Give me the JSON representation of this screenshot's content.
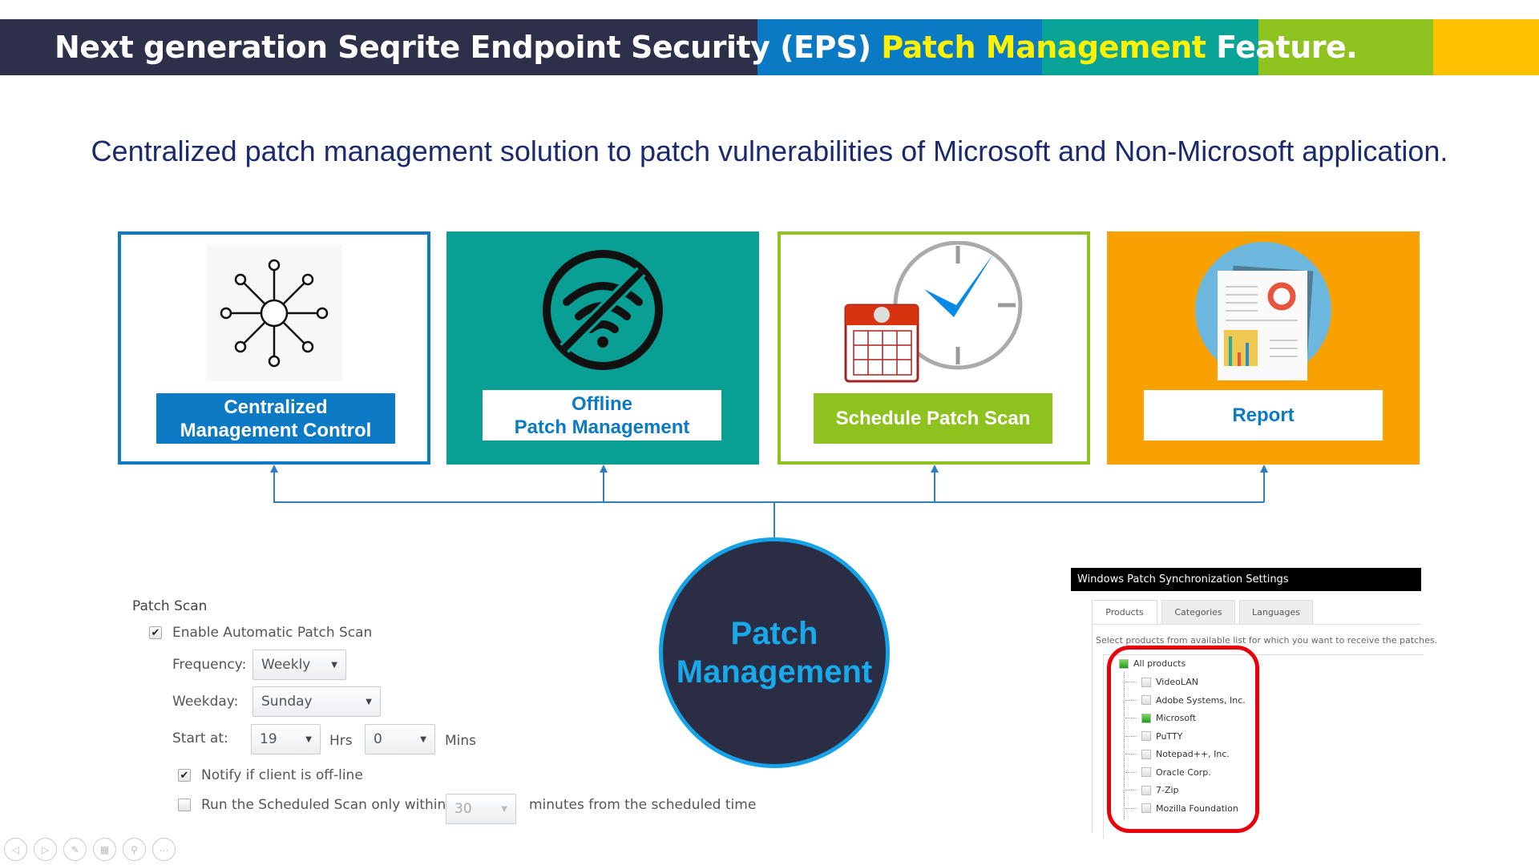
{
  "header": {
    "title_prefix": "Next generation Seqrite Endpoint Security (EPS) ",
    "title_highlight": "Patch Management",
    "title_suffix": " Feature.",
    "colors": [
      "#2e2f48",
      "#0b7ac4",
      "#0aa398",
      "#8dc21f",
      "#ffc000"
    ]
  },
  "subtitle": "Centralized patch management solution to patch vulnerabilities of Microsoft and Non-Microsoft application.",
  "features": [
    {
      "line1": "Centralized",
      "line2": "Management Control",
      "icon": "network-hub-icon"
    },
    {
      "line1": "Offline",
      "line2": "Patch Management",
      "icon": "no-wifi-icon"
    },
    {
      "line1": "Schedule Patch Scan",
      "line2": "",
      "icon": "calendar-clock-icon"
    },
    {
      "line1": "Report",
      "line2": "",
      "icon": "report-document-icon"
    }
  ],
  "hub": {
    "line1": "Patch",
    "line2": "Management"
  },
  "patch_scan": {
    "title": "Patch Scan",
    "enable_label": "Enable Automatic Patch Scan",
    "enable_checked": true,
    "frequency_label": "Frequency:",
    "frequency_value": "Weekly",
    "weekday_label": "Weekday:",
    "weekday_value": "Sunday",
    "start_label": "Start at:",
    "hours_value": "19",
    "hours_unit": "Hrs",
    "mins_value": "0",
    "mins_unit": "Mins",
    "notify_label": "Notify if client is off-line",
    "notify_checked": true,
    "run_within_label": "Run the Scheduled Scan only within",
    "run_within_checked": false,
    "run_within_value": "30",
    "run_within_suffix": "minutes from the scheduled time"
  },
  "sync": {
    "title": "Windows Patch Synchronization Settings",
    "tabs": [
      "Products",
      "Categories",
      "Languages"
    ],
    "description": "Select products from available list for which you want to receive the patches.",
    "root": "All products",
    "products": [
      "VideoLAN",
      "Adobe Systems, Inc.",
      "Microsoft",
      "PuTTY",
      "Notepad++, Inc.",
      "Oracle Corp.",
      "7-Zip",
      "Mozilla Foundation"
    ]
  }
}
